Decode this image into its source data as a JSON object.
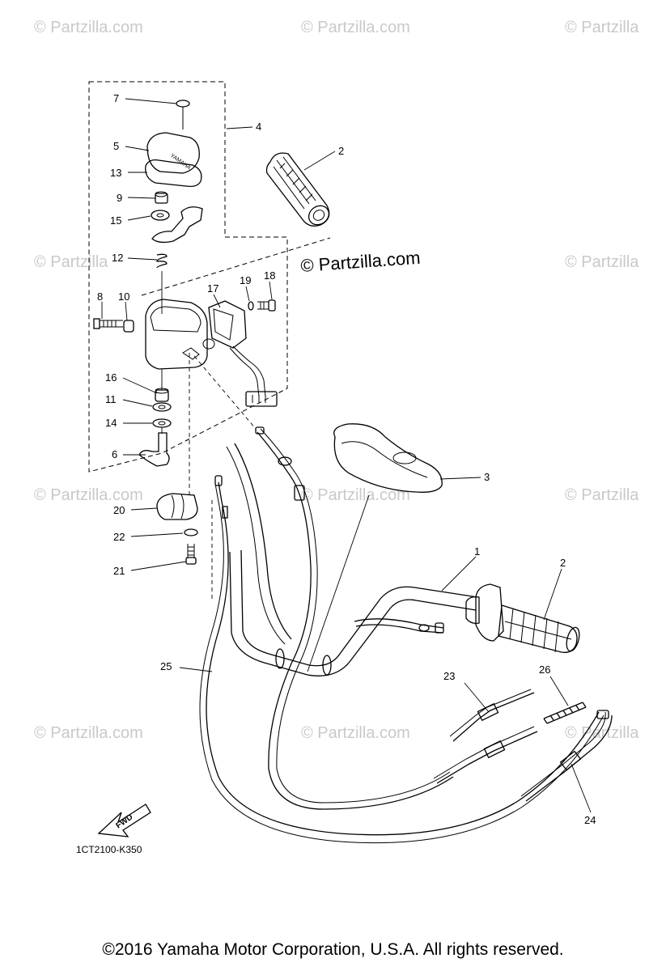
{
  "watermarks": [
    "© Partzilla.com",
    "© Partzilla.com",
    "© Partzilla",
    "© Partzilla",
    "© Partzilla",
    "© Partzilla.com",
    "© Partzilla.com",
    "© Partzilla",
    "© Partzilla.com",
    "© Partzilla.com",
    "© Partzilla"
  ],
  "center_watermark": "© Partzilla.com",
  "callouts": [
    "7",
    "5",
    "13",
    "9",
    "15",
    "12",
    "8",
    "10",
    "17",
    "19",
    "18",
    "16",
    "11",
    "14",
    "6",
    "4",
    "2",
    "3",
    "20",
    "22",
    "21",
    "1",
    "2",
    "25",
    "23",
    "26",
    "24"
  ],
  "diagram_code": "1CT2100-K350",
  "fwd_label": "FWD",
  "copyright": "©2016  Yamaha Motor Corporation, U.S.A. All rights reserved."
}
